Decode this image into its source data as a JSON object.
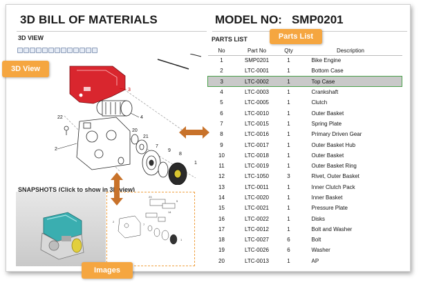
{
  "header": {
    "title": "3D BILL OF MATERIALS",
    "model_label": "MODEL NO:",
    "model_value": "SMP0201"
  },
  "viewer": {
    "section_label": "3D VIEW",
    "callouts": [
      "3",
      "4",
      "20",
      "21",
      "22",
      "2",
      "7",
      "9",
      "8",
      "1"
    ]
  },
  "snapshots": {
    "label": "SNAPSHOTS (Click to show in 3D view)"
  },
  "parts_list": {
    "section_label": "PARTS LIST",
    "columns": [
      "No",
      "Part No",
      "Qty",
      "Description"
    ],
    "rows": [
      [
        "1",
        "SMP0201",
        "1",
        "Bike Engine"
      ],
      [
        "2",
        "LTC-0001",
        "1",
        "Bottom Case"
      ],
      [
        "3",
        "LTC-0002",
        "1",
        "Top Case"
      ],
      [
        "4",
        "LTC-0003",
        "1",
        "Crankshaft"
      ],
      [
        "5",
        "LTC-0005",
        "1",
        "Clutch"
      ],
      [
        "6",
        "LTC-0010",
        "1",
        "Outer Basket"
      ],
      [
        "7",
        "LTC-0015",
        "1",
        "Spring Plate"
      ],
      [
        "8",
        "LTC-0016",
        "1",
        "Primary Driven Gear"
      ],
      [
        "9",
        "LTC-0017",
        "1",
        "Outer Basket Hub"
      ],
      [
        "10",
        "LTC-0018",
        "1",
        "Outer Basket"
      ],
      [
        "11",
        "LTC-0019",
        "1",
        "Outer Basket Ring"
      ],
      [
        "12",
        "LTC-1050",
        "3",
        "Rivet, Outer Basket"
      ],
      [
        "13",
        "LTC-0011",
        "1",
        "Inner Clutch Pack"
      ],
      [
        "14",
        "LTC-0020",
        "1",
        "Inner Basket"
      ],
      [
        "15",
        "LTC-0021",
        "1",
        "Pressure Plate"
      ],
      [
        "16",
        "LTC-0022",
        "1",
        "Disks"
      ],
      [
        "17",
        "LTC-0012",
        "1",
        "Bolt and Washer"
      ],
      [
        "18",
        "LTC-0027",
        "6",
        "Bolt"
      ],
      [
        "19",
        "LTC-0026",
        "6",
        "Washer"
      ],
      [
        "20",
        "LTC-0013",
        "1",
        "AP"
      ]
    ],
    "selected_row": "3"
  },
  "annotations": {
    "parts_list": "Parts List",
    "view_3d": "3D View",
    "images": "Images"
  },
  "colors": {
    "callout": "#f5a640",
    "arrow": "#c8722a",
    "highlight_part": "#d9262e",
    "selected_row": "#c9c9c9",
    "selected_border": "#4aa04a"
  }
}
